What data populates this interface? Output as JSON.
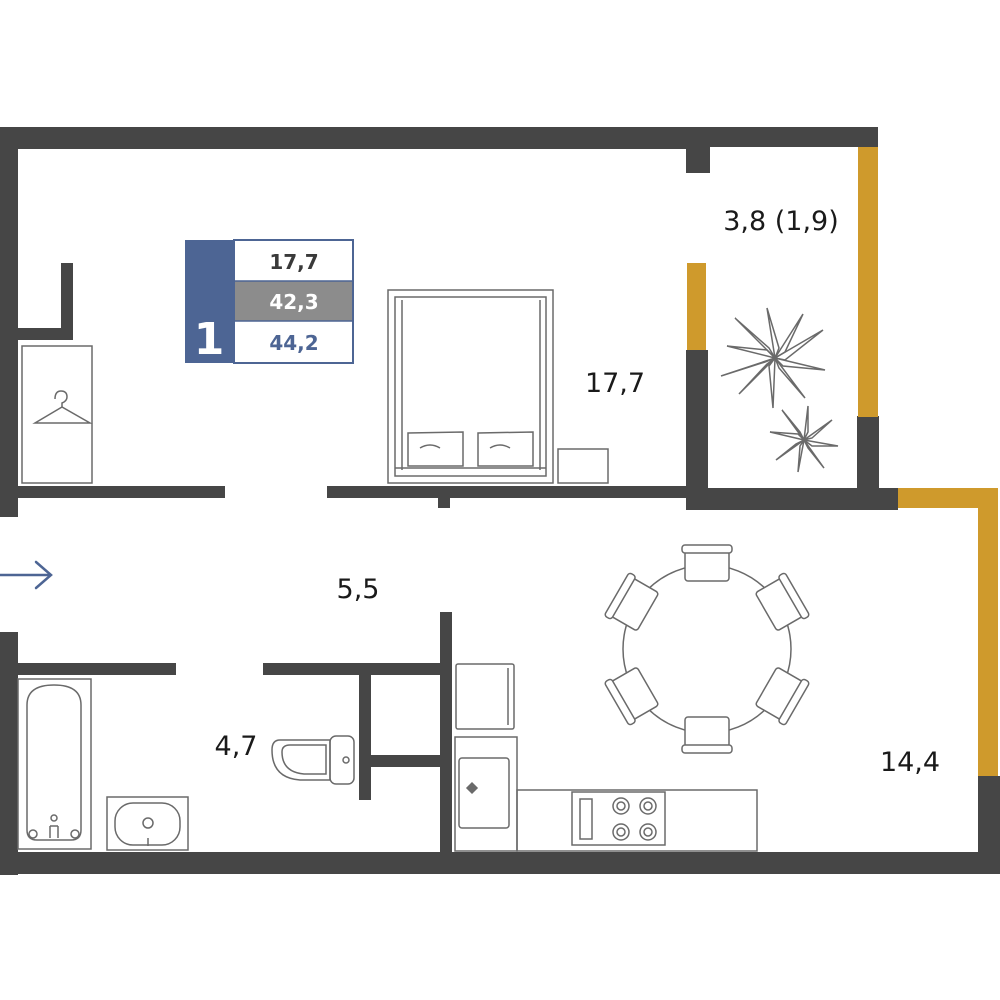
{
  "colors": {
    "wall": "#464646",
    "window": "#cf9a2c",
    "badge_blue": "#4d6594",
    "badge_grey": "#8c8c8c",
    "furniture": "#6a6a6a",
    "arrow": "#4d6594"
  },
  "badge": {
    "room_count": "1",
    "living_area": "17,7",
    "area_without_balcony": "42,3",
    "total_area": "44,2"
  },
  "rooms": {
    "bedroom": "17,7",
    "balcony": "3,8 (1,9)",
    "hallway": "5,5",
    "bathroom": "4,7",
    "kitchen": "14,4"
  },
  "icons": [
    "hanger-icon",
    "entrance-arrow-icon",
    "plant-icon",
    "bed-icon",
    "bathtub-icon",
    "sink-icon",
    "toilet-icon",
    "stove-icon",
    "dining-table-icon",
    "fridge-icon",
    "kitchen-sink-icon"
  ]
}
